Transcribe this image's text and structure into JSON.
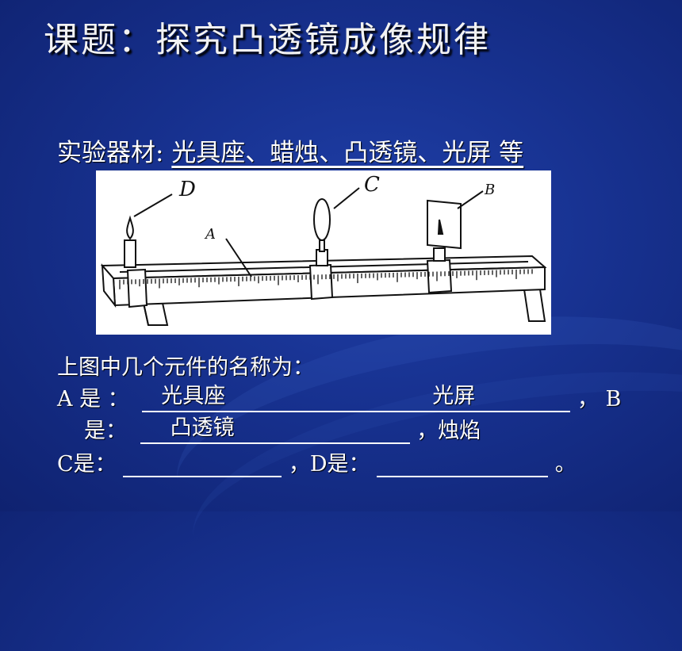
{
  "slide": {
    "title": "课题：探究凸透镜成像规律",
    "materials_label": "实验器材:",
    "materials_value": "光具座、蜡烛、凸透镜、光屏 等",
    "figure": {
      "labels": {
        "a": "A",
        "b": "B",
        "c": "C",
        "d": "D"
      }
    },
    "question": "上图中几个元件的名称为：",
    "line_a_prefix": "A 是 ：",
    "answer_a": "光具座",
    "answer_b": "光屏",
    "line_a_suffix": "，  B",
    "line_b_prefix": "是：",
    "answer_c": "凸透镜",
    "line_b_suffix": "，烛焰",
    "line_c_prefix": "C是：",
    "line_c_mid": "，D是：",
    "line_c_suffix": "。"
  }
}
